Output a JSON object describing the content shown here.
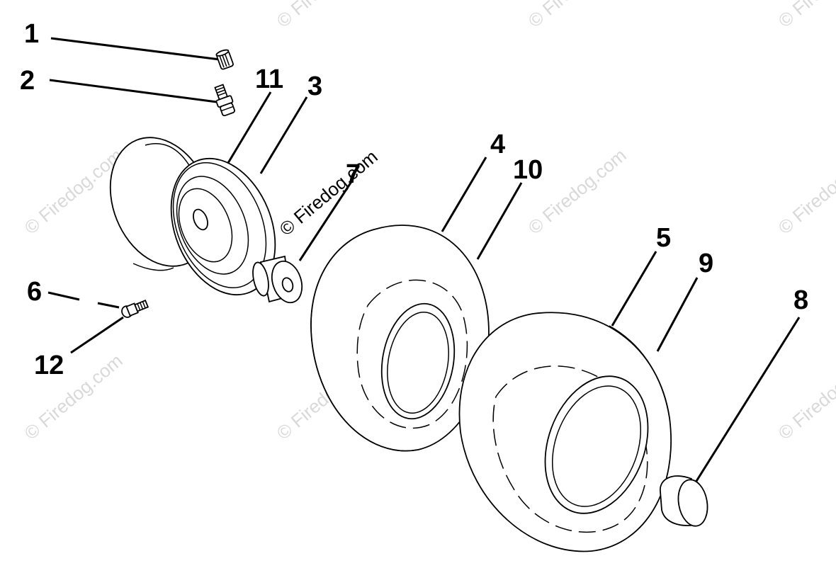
{
  "watermark": {
    "text": "© Firedog.com",
    "color": "#d9d9d9"
  },
  "callouts": [
    "1",
    "2",
    "3",
    "4",
    "5",
    "6",
    "7",
    "8",
    "9",
    "10",
    "11",
    "12"
  ]
}
